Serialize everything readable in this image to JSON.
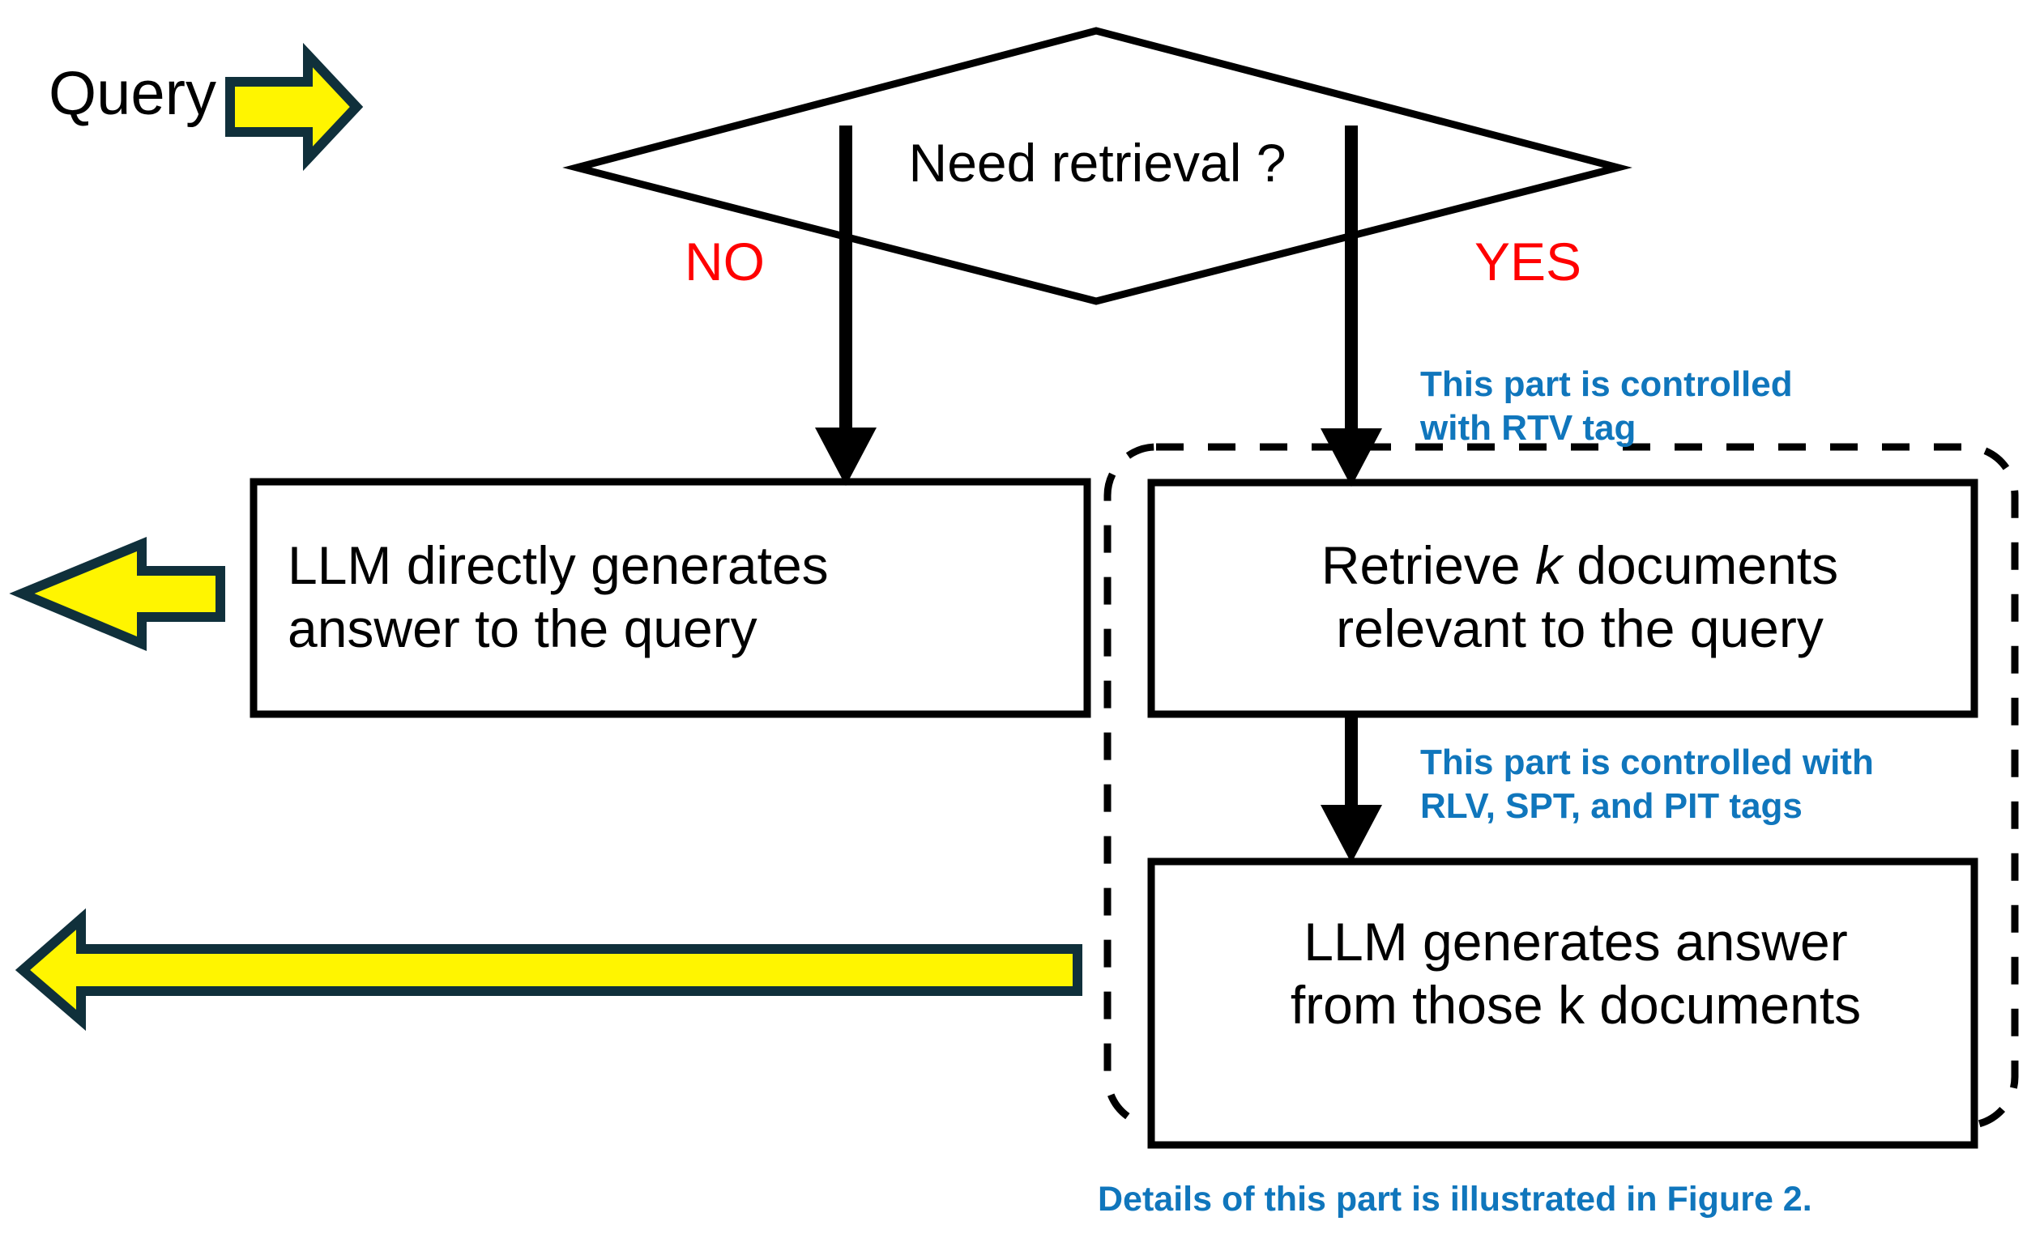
{
  "diagram": {
    "title": "RAG decision flowchart",
    "colors": {
      "arrow_fill": "#FFF500",
      "arrow_stroke": "#10303B",
      "branch_label": "#FF0000",
      "note": "#1076BC",
      "line": "#000000",
      "background": "#FFFFFF"
    },
    "entry": {
      "label": "Query",
      "arrow_name": "query-input-arrow"
    },
    "decision": {
      "label": "Need retrieval ?",
      "shape": "diamond",
      "branches": [
        {
          "label": "NO",
          "direction": "left"
        },
        {
          "label": "YES",
          "direction": "right"
        }
      ]
    },
    "boxes": [
      {
        "id": "llm-direct",
        "line1": "LLM directly generates",
        "line2": "answer to the query"
      },
      {
        "id": "retrieve-docs",
        "line1_pre": "Retrieve ",
        "line1_italic": "k",
        "line1_post": " documents",
        "line2": "relevant to the query"
      },
      {
        "id": "llm-from-docs",
        "line1": "LLM generates answer",
        "line2": "from those k documents"
      }
    ],
    "notes": [
      {
        "id": "rtv",
        "text": "This part is controlled\nwith RTV tag"
      },
      {
        "id": "tags",
        "text": "This part is controlled with\nRLV, SPT, and PIT tags"
      },
      {
        "id": "figure",
        "text": "Details of this part is illustrated in Figure 2."
      }
    ],
    "group": {
      "id": "rag-group",
      "style": "dashed-rounded-rectangle"
    },
    "output_arrows": [
      {
        "id": "direct-answer-out",
        "direction": "left"
      },
      {
        "id": "rag-answer-out",
        "direction": "left"
      }
    ]
  }
}
